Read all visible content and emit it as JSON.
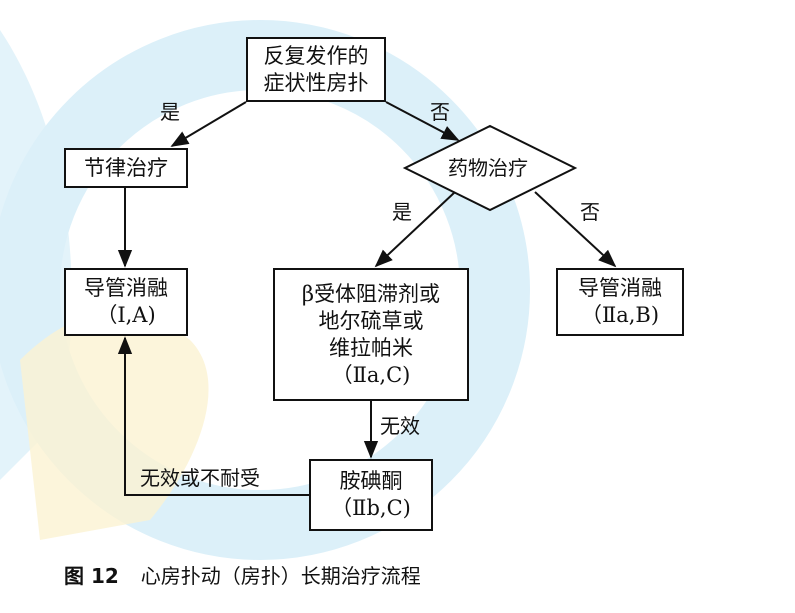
{
  "nodes": {
    "start": {
      "line1": "反复发作的",
      "line2": "症状性房扑"
    },
    "rhythm": {
      "line1": "节律治疗"
    },
    "drug": {
      "line1": "药物治疗"
    },
    "ablation1": {
      "line1": "导管消融",
      "line2": "（Ⅰ,A)"
    },
    "betablock": {
      "line1": "β受体阻滞剂或",
      "line2": "地尔硫草或",
      "line3": "维拉帕米",
      "line4": "（Ⅱa,C)"
    },
    "ablation2": {
      "line1": "导管消融",
      "line2": "（Ⅱa,B)"
    },
    "amiodarone": {
      "line1": "胺碘酮",
      "line2": "（Ⅱb,C)"
    }
  },
  "edges": {
    "yes1": "是",
    "no1": "否",
    "yes2": "是",
    "no2": "否",
    "ineffective": "无效",
    "ineffective_or_intolerant": "无效或不耐受"
  },
  "caption": {
    "figure": "图 12",
    "title": "心房扑动（房扑）长期治疗流程"
  },
  "colors": {
    "stroke": "#111111",
    "watermark_blue": "#d6eef8",
    "watermark_yellow": "#fbf0c8"
  }
}
